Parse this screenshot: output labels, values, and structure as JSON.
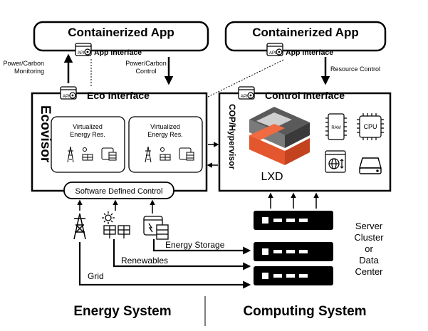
{
  "apps": {
    "left_title": "Containerized App",
    "right_title": "Containerized App",
    "app_interface": "App Interface",
    "api": "API"
  },
  "arrows": {
    "power_carbon_monitoring": [
      "Power/Carbon",
      "Monitoring"
    ],
    "power_carbon_control": [
      "Power/Carbon",
      "Control"
    ],
    "resource_control": "Resource Control"
  },
  "ecovisor": {
    "vertical_title": "Ecovisor",
    "interface": "Eco Interface",
    "virtualized": [
      "Virtualized",
      "Energy Res."
    ],
    "software_defined_control": "Software Defined Control"
  },
  "control": {
    "interface": "Control Interface",
    "vertical_title": "COP/Hypervisor",
    "lxd": "LXD",
    "ram": "RAM",
    "cpu": "CPU"
  },
  "energy": {
    "storage": "Energy Storage",
    "renewables": "Renewables",
    "grid": "Grid"
  },
  "server": [
    "Server",
    "Cluster",
    "or",
    "Data",
    "Center"
  ],
  "footer": {
    "energy_system": "Energy System",
    "computing_system": "Computing System"
  },
  "colors": {
    "lxd_orange": "#e4572e",
    "lxd_gray": "#5a5a5a"
  }
}
